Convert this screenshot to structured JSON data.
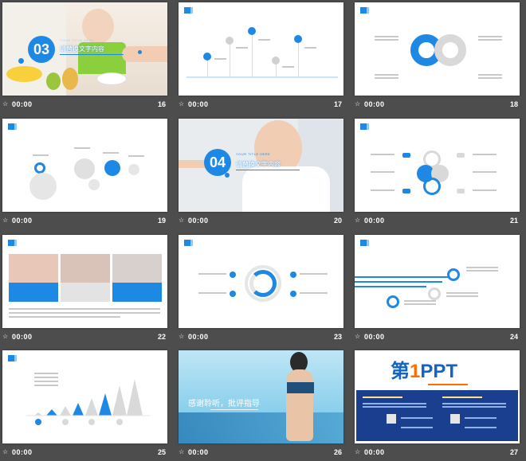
{
  "slides": [
    {
      "num": "16",
      "time": "00:00",
      "star": "☆",
      "section_num": "03",
      "title": "请替换文字内容",
      "eng": "YOUR TITLE HERE"
    },
    {
      "num": "17",
      "time": "00:00",
      "star": "☆"
    },
    {
      "num": "18",
      "time": "00:00",
      "star": "☆"
    },
    {
      "num": "19",
      "time": "00:00",
      "star": "☆"
    },
    {
      "num": "20",
      "time": "00:00",
      "star": "☆",
      "section_num": "04",
      "title": "请替换文字内容",
      "eng": "YOUR TITLE HERE"
    },
    {
      "num": "21",
      "time": "00:00",
      "star": "☆"
    },
    {
      "num": "22",
      "time": "00:00",
      "star": "☆"
    },
    {
      "num": "23",
      "time": "00:00",
      "star": "☆"
    },
    {
      "num": "24",
      "time": "00:00",
      "star": "☆"
    },
    {
      "num": "25",
      "time": "00:00",
      "star": "☆"
    },
    {
      "num": "26",
      "time": "00:00",
      "star": "☆",
      "thanks": "感谢聆听，批评指导"
    },
    {
      "num": "27",
      "time": "00:00",
      "star": "☆",
      "brand_prefix": "第",
      "brand_one": "1",
      "brand_suffix": "PPT"
    }
  ],
  "colors": {
    "accent": "#1e88e5",
    "background": "#4d4d4d",
    "slide": "#ffffff"
  }
}
